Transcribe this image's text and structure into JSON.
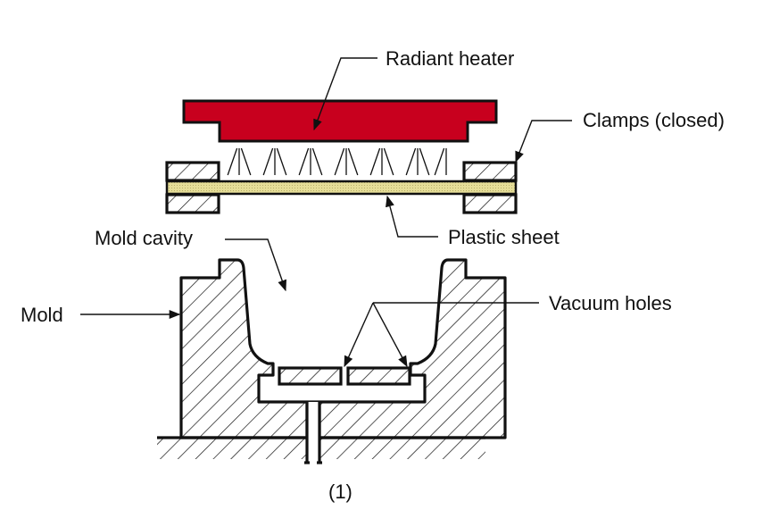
{
  "figure": {
    "caption": "(1)",
    "colors": {
      "heater": "#c8001e",
      "plastic_sheet": "#e3dc93",
      "outline": "#111111"
    }
  },
  "labels": {
    "radiant_heater": "Radiant heater",
    "clamps": "Clamps (closed)",
    "plastic_sheet": "Plastic sheet",
    "mold_cavity": "Mold cavity",
    "mold": "Mold",
    "vacuum_holes": "Vacuum holes"
  }
}
